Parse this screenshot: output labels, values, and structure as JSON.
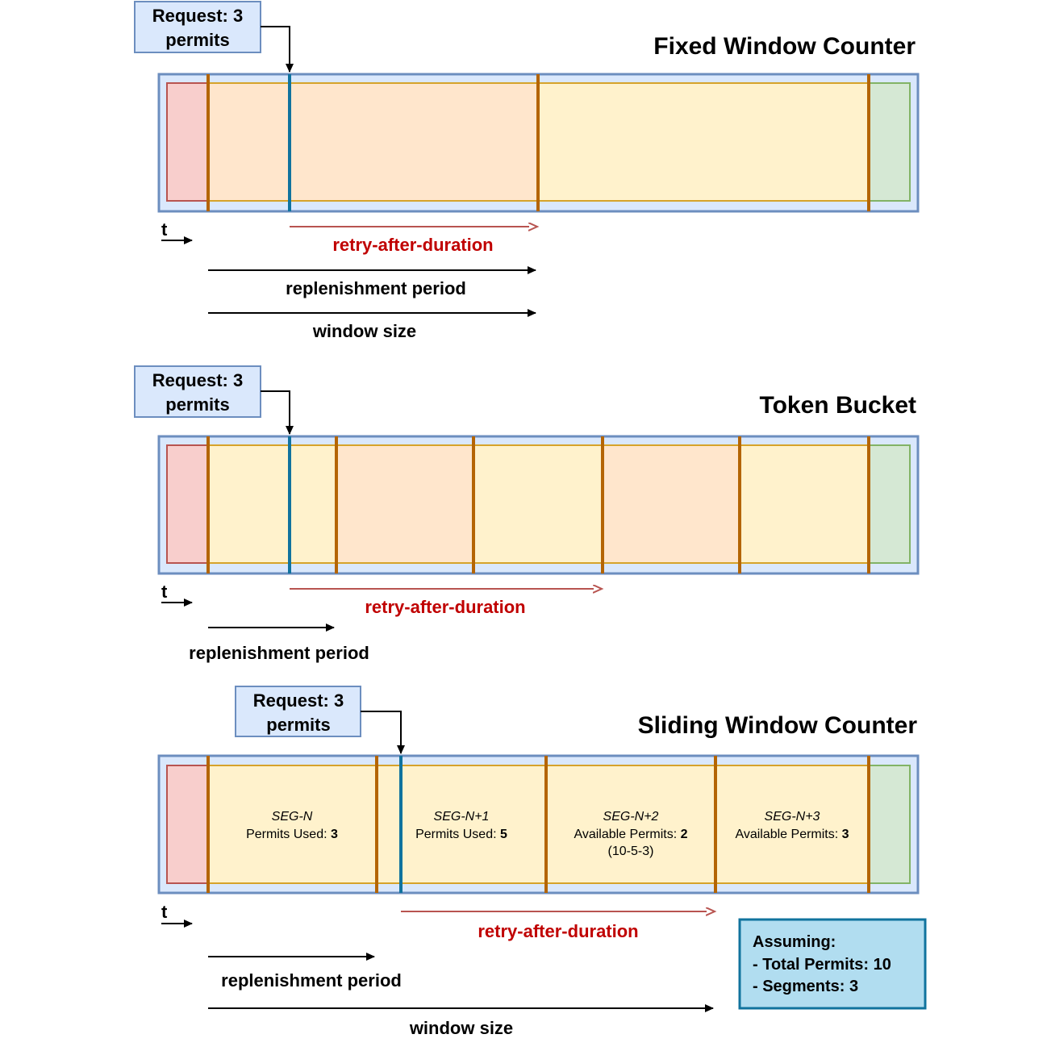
{
  "colors": {
    "outer_fill": "#dae8fc",
    "outer_stroke": "#6c8ebf",
    "red_fill": "#f8cecc",
    "red_stroke": "#b85450",
    "green_fill": "#d5e8d4",
    "green_stroke": "#82b366",
    "yellow_fill": "#fff2cc",
    "orange_fill": "#ffe6cc",
    "band_stroke": "#d6a32a",
    "divider": "#b46504",
    "request_line": "#10739e",
    "retry_arrow": "#b85450",
    "retry_text": "#c00000",
    "request_box_fill": "#dae8fc",
    "request_box_stroke": "#6c8ebf",
    "assume_fill": "#b1ddf0",
    "assume_stroke": "#10739e"
  },
  "time_symbol": "t",
  "fixed": {
    "title": "Fixed Window Counter",
    "request_line1": "Request: 3",
    "request_line2": "permits",
    "retry_label": "retry-after-duration",
    "replenishment_label": "replenishment period",
    "window_label": "window size"
  },
  "token": {
    "title": "Token Bucket",
    "request_line1": "Request: 3",
    "request_line2": "permits",
    "retry_label": "retry-after-duration",
    "replenishment_label": "replenishment period"
  },
  "sliding": {
    "title": "Sliding Window Counter",
    "request_line1": "Request: 3",
    "request_line2": "permits",
    "retry_label": "retry-after-duration",
    "replenishment_label": "replenishment period",
    "window_label": "window size",
    "segments": [
      {
        "name": "SEG-N",
        "label": "Permits Used: ",
        "value": "3",
        "extra": ""
      },
      {
        "name": "SEG-N+1",
        "label": "Permits Used: ",
        "value": "5",
        "extra": ""
      },
      {
        "name": "SEG-N+2",
        "label": "Available Permits: ",
        "value": "2",
        "extra": "(10-5-3)"
      },
      {
        "name": "SEG-N+3",
        "label": "Available Permits: ",
        "value": "3",
        "extra": ""
      }
    ],
    "assume_title": "Assuming:",
    "assume_line1": "- Total Permits: 10",
    "assume_line2": "- Segments: 3"
  }
}
